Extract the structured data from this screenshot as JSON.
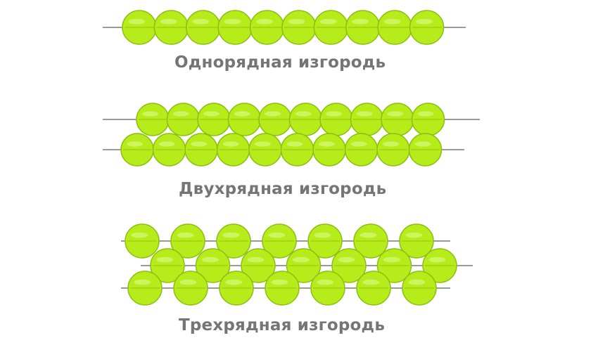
{
  "captions": {
    "single": "Однорядная изгородь",
    "double": "Двухрядная изгородь",
    "triple": "Трехрядная изгородь"
  },
  "colors": {
    "bead_fill": "#b5ec1a",
    "bead_stroke": "#8cbf10",
    "bead_highlight": "#d7f97a",
    "thread": "#9a9a9a",
    "caption_text": "#757575"
  }
}
